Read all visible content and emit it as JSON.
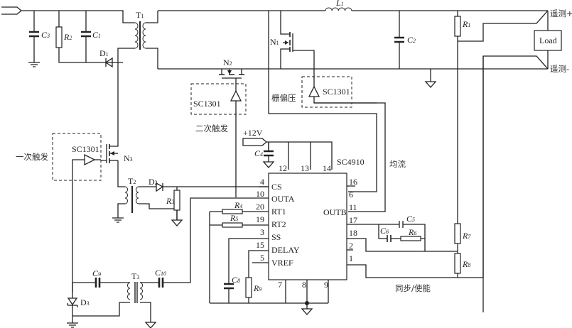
{
  "diagram": {
    "type": "circuit-schematic",
    "chip": {
      "name": "SC4910",
      "left_pins": [
        {
          "num": "4",
          "label": "CS"
        },
        {
          "num": "10",
          "label": "OUTA"
        },
        {
          "num": "20",
          "label": "RT1"
        },
        {
          "num": "19",
          "label": "RT2"
        },
        {
          "num": "3",
          "label": "SS"
        },
        {
          "num": "15",
          "label": "DELAY"
        },
        {
          "num": "5",
          "label": "VREF"
        }
      ],
      "top_pins": [
        "12",
        "13",
        "14"
      ],
      "bottom_pins": [
        "7",
        "8",
        "9"
      ],
      "right_pins": [
        "16",
        "6",
        "11",
        "17",
        "18",
        "2",
        "1"
      ],
      "right_label": "OUTB"
    },
    "supply": "+12V",
    "drivers": {
      "primary": "SC1301",
      "secondary": "SC1301",
      "gate_bias": "SC1301"
    },
    "labels": {
      "primary_trigger": "一次触发",
      "secondary_trigger": "二次触发",
      "gate_bias": "栅偏压",
      "current_share": "均流",
      "sync_enable": "同步/使能",
      "remote_sense_plus": "遥测+",
      "remote_sense_minus": "遥测-",
      "load": "Load"
    },
    "components": {
      "C3": {
        "l": "C",
        "s": "3"
      },
      "R2": {
        "l": "R",
        "s": "2"
      },
      "C1": {
        "l": "C",
        "s": "1"
      },
      "D1": {
        "l": "D",
        "s": "1"
      },
      "T1": {
        "l": "T",
        "s": "1"
      },
      "L1": {
        "l": "L",
        "s": "1"
      },
      "N1": {
        "l": "N",
        "s": "1"
      },
      "N2": {
        "l": "N",
        "s": "2"
      },
      "N3": {
        "l": "N",
        "s": "3"
      },
      "C2": {
        "l": "C",
        "s": "2"
      },
      "R1": {
        "l": "R",
        "s": "1"
      },
      "C4": {
        "l": "C",
        "s": "4"
      },
      "T2": {
        "l": "T",
        "s": "2"
      },
      "D2": {
        "l": "D",
        "s": "2"
      },
      "R3": {
        "l": "R",
        "s": "3"
      },
      "R4": {
        "l": "R",
        "s": "4"
      },
      "R5": {
        "l": "R",
        "s": "5"
      },
      "C8": {
        "l": "C",
        "s": "8"
      },
      "R9": {
        "l": "R",
        "s": "9"
      },
      "C5": {
        "l": "C",
        "s": "5"
      },
      "C6": {
        "l": "C",
        "s": "6"
      },
      "R6": {
        "l": "R",
        "s": "6"
      },
      "R7": {
        "l": "R",
        "s": "7"
      },
      "R8": {
        "l": "R",
        "s": "8"
      },
      "C9": {
        "l": "C",
        "s": "9"
      },
      "T3": {
        "l": "T",
        "s": "3"
      },
      "C10": {
        "l": "C",
        "s": "10"
      },
      "D3": {
        "l": "D",
        "s": "3"
      }
    }
  }
}
